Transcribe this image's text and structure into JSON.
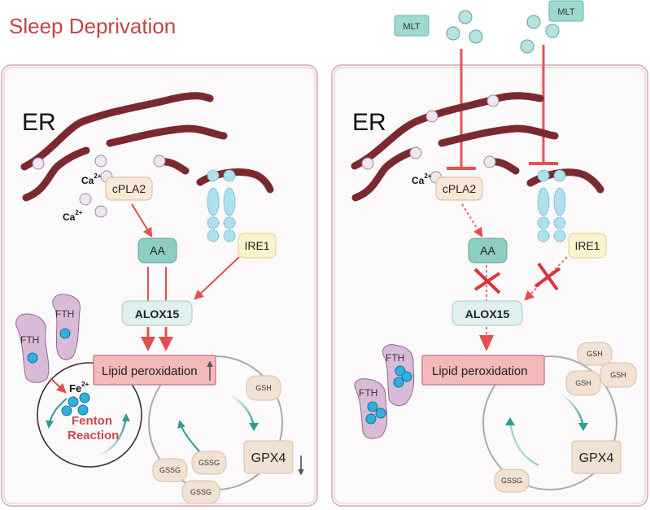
{
  "title": "Sleep Deprivation",
  "colors": {
    "title": "#c0454a",
    "er_membrane": "#7a2a2e",
    "arrow_red": "#e0504f",
    "inhibit_red": "#e25454",
    "teal_arrow": "#2e9c93",
    "cpla2_fill": "#fbe8d6",
    "aa_fill": "#8ecdc2",
    "alox15_fill": "#dff0ee",
    "ire1_fill": "#fdf3cf",
    "lipid_fill": "#f3b9bb",
    "gpx4_fill": "#f1e2d3",
    "fth_fill": "#d9bbd9",
    "iron_dot": "#2fb0e0",
    "mlt_fill": "#9ed8d2"
  },
  "left_panel": {
    "er_label": "ER",
    "ca_label_1": "Ca",
    "ca_label_2": "Ca",
    "ca_charge": "2+",
    "cpla2": "cPLA2",
    "aa": "AA",
    "ire1": "IRE1",
    "alox15": "ALOX15",
    "lipid_peroxidation": "Lipid peroxidation",
    "lipid_trend": "up",
    "fth_1": "FTH",
    "fth_2": "FTH",
    "fe_label": "Fe",
    "fe_charge": "2+",
    "fenton_line1": "Fenton",
    "fenton_line2": "Reaction",
    "gsh": "GSH",
    "gssg_1": "GSSG",
    "gssg_2": "GSSG",
    "gssg_3": "GSSG",
    "gpx4": "GPX4",
    "gpx4_trend": "down"
  },
  "right_panel": {
    "mlt_1": "MLT",
    "mlt_2": "MLT",
    "er_label": "ER",
    "ca_label": "Ca",
    "ca_charge": "2+",
    "cpla2": "cPLA2",
    "aa": "AA",
    "ire1": "IRE1",
    "alox15": "ALOX15",
    "lipid_peroxidation": "Lipid peroxidation",
    "fth_1": "FTH",
    "fth_2": "FTH",
    "gsh_1": "GSH",
    "gsh_2": "GSH",
    "gsh_3": "GSH",
    "gssg": "GSSG",
    "gpx4": "GPX4"
  }
}
